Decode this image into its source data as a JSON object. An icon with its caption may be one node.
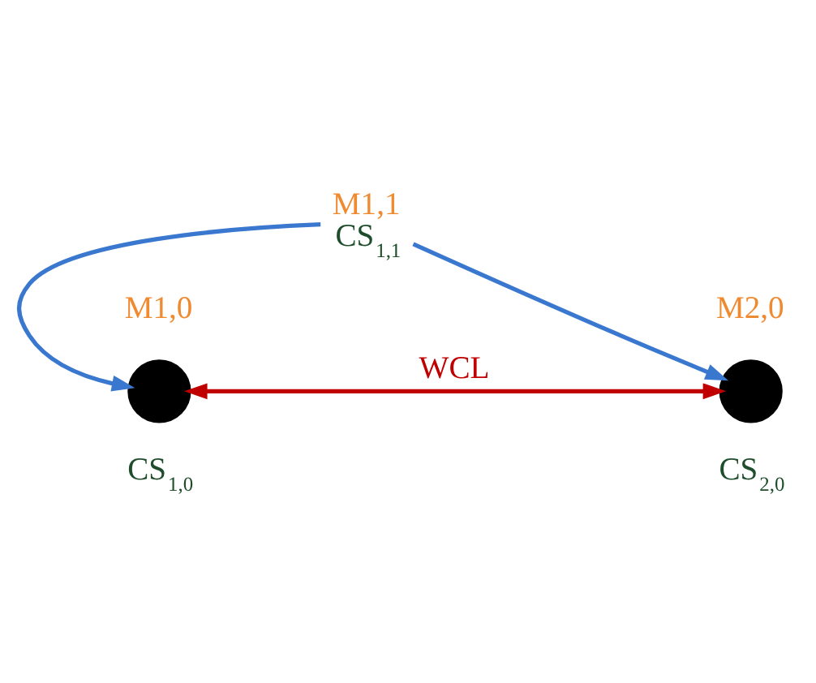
{
  "diagram": {
    "nodes": [
      {
        "text": [
          "CS$_{1,1}$"
        ],
        "beside": [
          "M1,1"
        ]
      },
      {
        "text": [],
        "shape": "circle",
        "beside": [
          "M1,0",
          "CS$_{1,0}$"
        ]
      },
      {
        "text": [],
        "shape": "circle",
        "beside": [
          "M2,0",
          "CS$_{2,0}$"
        ]
      }
    ],
    "edges": [
      {
        "from": 0,
        "to": 1,
        "arrow": "to"
      },
      {
        "from": 0,
        "to": 2,
        "arrow": "to"
      },
      {
        "from": 1,
        "to": 2,
        "arrow": "both",
        "label": "WCL",
        "color": "#c00000"
      }
    ]
  }
}
